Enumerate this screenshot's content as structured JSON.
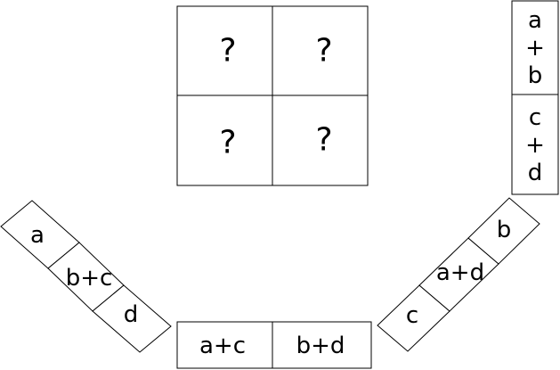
{
  "grid": {
    "cells": [
      "?",
      "?",
      "?",
      "?"
    ]
  },
  "strips": {
    "vertical": [
      "a\n+\nb",
      "c\n+\nd"
    ],
    "left_diagonal": [
      "a",
      "b+c",
      "d"
    ],
    "bottom": [
      "a+c",
      "b+d"
    ],
    "right_diagonal": [
      "c",
      "a+d",
      "b"
    ]
  }
}
